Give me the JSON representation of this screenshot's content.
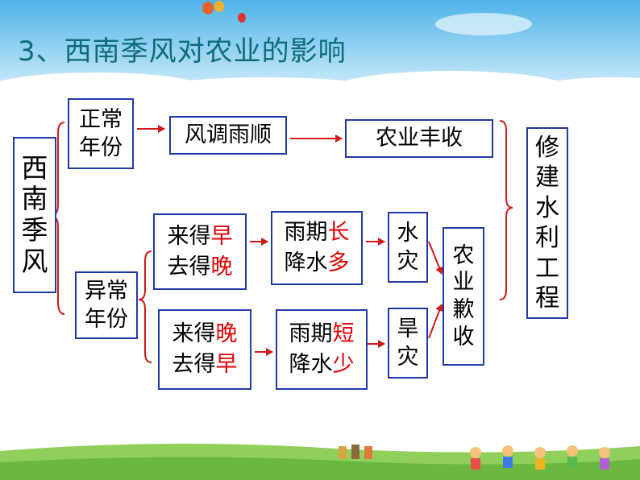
{
  "title": "3、西南季风对农业的影响",
  "colors": {
    "box_border": "#1f3aa6",
    "arrow": "#d11919",
    "highlight": "#e10000",
    "title": "#0f6b7a"
  },
  "diagram": {
    "root": [
      "西",
      "南",
      "季",
      "风"
    ],
    "normal_year": {
      "line1": "正常",
      "line2": "年份"
    },
    "abnormal_year": {
      "line1": "异常",
      "line2": "年份"
    },
    "favorable_weather": "风调雨顺",
    "good_harvest": "农业丰收",
    "early_case": {
      "come": {
        "prefix": "来得",
        "key": "早"
      },
      "go": {
        "prefix": "去得",
        "key": "晚"
      }
    },
    "late_case": {
      "come": {
        "prefix": "来得",
        "key": "晚"
      },
      "go": {
        "prefix": "去得",
        "key": "早"
      }
    },
    "long_rain": {
      "line1": {
        "prefix": "雨期",
        "key": "长"
      },
      "line2": {
        "prefix": "降水",
        "key": "多"
      }
    },
    "short_rain": {
      "line1": {
        "prefix": "雨期",
        "key": "短"
      },
      "line2": {
        "prefix": "降水",
        "key": "少"
      }
    },
    "flood": [
      "水",
      "灾"
    ],
    "drought": [
      "旱",
      "灾"
    ],
    "poor_harvest": [
      "农",
      "业",
      "歉",
      "收"
    ],
    "water_works": [
      "修",
      "建",
      "水",
      "利",
      "工",
      "程"
    ]
  }
}
